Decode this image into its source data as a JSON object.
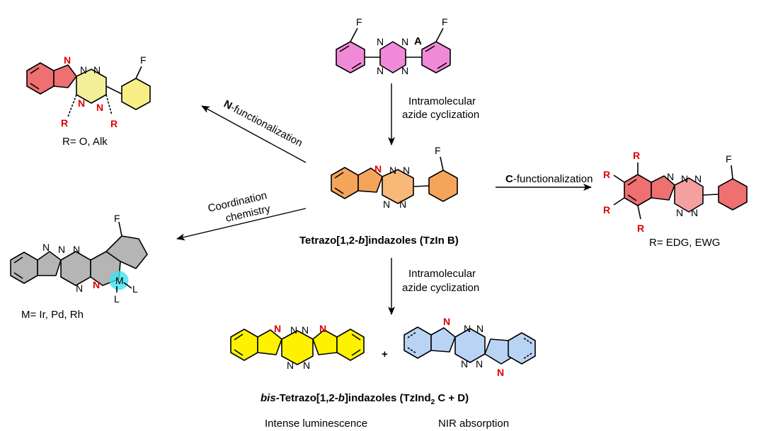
{
  "colors": {
    "magenta": "#f08ad8",
    "pink_light": "#f4a0e8",
    "salmon": "#f07a7a",
    "pale_yellow": "#f2ef9a",
    "yellow_ring": "#f7ef86",
    "orange": "#f5a55a",
    "orange_light": "#f8b878",
    "red_ring": "#ef7070",
    "grey": "#b5b5b5",
    "bright_yellow": "#fff200",
    "light_blue": "#b9d3f5",
    "cyan": "#3fe3ef",
    "red_atom": "#e00000"
  },
  "compounds": {
    "A": {
      "label": "A",
      "atoms": {
        "F": "F",
        "N": "N"
      }
    },
    "n_product": {
      "atoms": {
        "F": "F",
        "N": "N",
        "R": "R"
      },
      "caption": "R= O, Alk"
    },
    "tzin_b": {
      "atoms": {
        "F": "F",
        "N": "N"
      },
      "caption_parts": [
        "Tetrazo[1,2-",
        "b",
        "]indazoles (TzIn B)"
      ]
    },
    "c_product": {
      "atoms": {
        "F": "F",
        "N": "N",
        "R": "R"
      },
      "caption": "R= EDG, EWG"
    },
    "complex": {
      "atoms": {
        "F": "F",
        "N": "N",
        "M": "M",
        "L": "L"
      },
      "caption": "M= Ir, Pd, Rh"
    },
    "c_and_d": {
      "atoms": {
        "N": "N"
      },
      "plus": "+",
      "caption_parts": [
        "bis",
        "-Tetrazo[1,2-",
        "b",
        "]indazoles (TzInd",
        "2",
        " C + D)"
      ],
      "property_c": "Intense luminescence",
      "property_d": "NIR absorption"
    }
  },
  "arrows": {
    "top": {
      "line1": "Intramolecular",
      "line2": "azide cyclization"
    },
    "bottom": {
      "line1": "Intramolecular",
      "line2": "azide cyclization"
    },
    "n_func": {
      "prefix": "N",
      "suffix": "-functionalization"
    },
    "c_func": {
      "prefix": "C",
      "suffix": "-functionalization"
    },
    "coord": {
      "line1": "Coordination",
      "line2": "chemistry"
    }
  }
}
